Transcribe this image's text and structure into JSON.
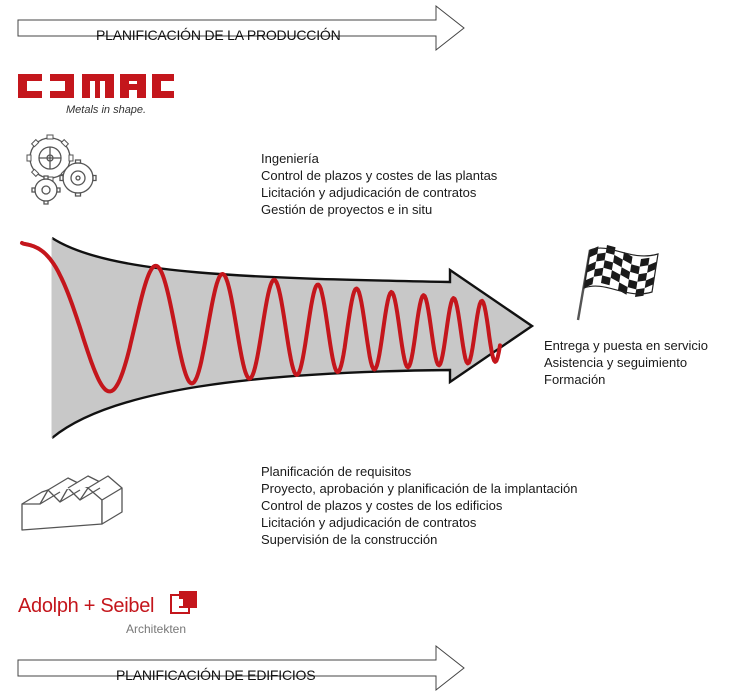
{
  "top_banner": {
    "label": "PLANIFICACIÓN DE LA PRODUCCIÓN"
  },
  "bottom_banner": {
    "label": "PLANIFICACIÓN DE EDIFICIOS"
  },
  "cmac_logo": {
    "name": "CMAC",
    "tagline": "Metals in shape.",
    "color": "#c4161c"
  },
  "adolph_logo": {
    "name": "Adolph + Seibel",
    "sub": "Architekten",
    "color": "#c4161c"
  },
  "engineering_tasks": [
    "Ingeniería",
    "Control de plazos y costes de las plantas",
    "Licitación y adjudicación de contratos",
    "Gestión de proyectos e in situ"
  ],
  "delivery_tasks": [
    "Entrega y puesta en servicio",
    "Asistencia y seguimiento",
    "Formación"
  ],
  "building_tasks": [
    "Planificación de requisitos",
    "Proyecto, aprobación y planificación de la implantación",
    "Control de plazos y costes de los edificios",
    "Licitación y adjudicación de contratos",
    "Supervisión de la construcción"
  ],
  "icons": {
    "gears": "gears-icon",
    "flag": "checkered-flag-icon",
    "factory": "factory-icon"
  },
  "colors": {
    "wave": "#c4161c",
    "funnel": "#c8c8c8",
    "outline": "#111111"
  }
}
